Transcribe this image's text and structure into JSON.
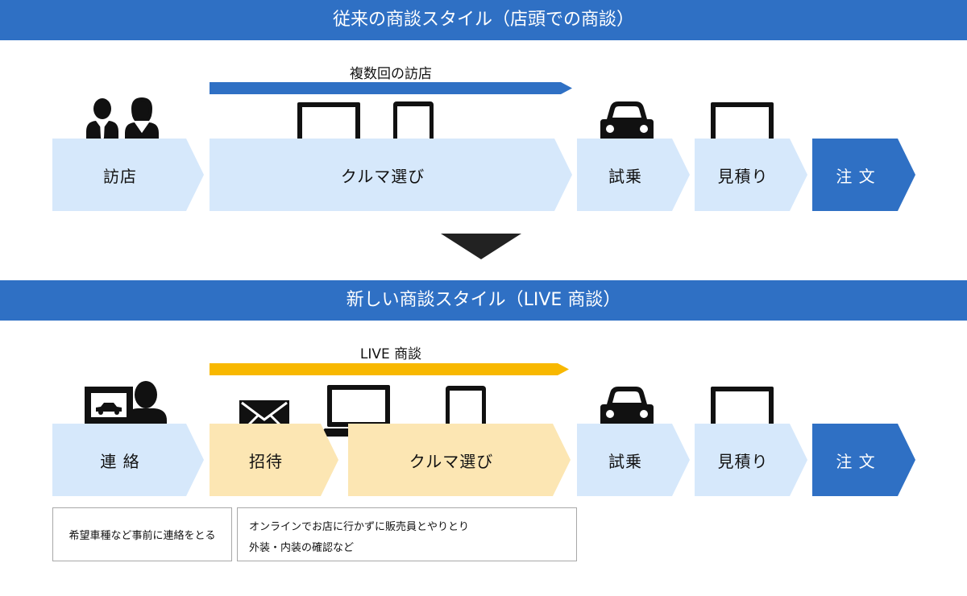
{
  "top": {
    "banner": "従来の商談スタイル（店頭での商談）",
    "range_label": "複数回の訪店",
    "steps": [
      "訪店",
      "クルマ選び",
      "試乗",
      "見積り",
      "注 文"
    ]
  },
  "bottom": {
    "banner": "新しい商談スタイル（LIVE 商談）",
    "range_label": "LIVE 商談",
    "steps": [
      "連 絡",
      "招待",
      "クルマ選び",
      "試乗",
      "見積り",
      "注 文"
    ],
    "notes": [
      {
        "lines": [
          "希望車種など事前に連絡をとる"
        ]
      },
      {
        "lines": [
          "オンラインでお店に行かずに販売員とやりとり",
          "外装・内装の確認など"
        ]
      }
    ]
  },
  "colors": {
    "banner": "#2f70c4",
    "step_light": "#d6e8fb",
    "step_peach": "#fce6b3",
    "step_order": "#2f70c4",
    "range_old": "#2f70c4",
    "range_new": "#f8b800",
    "icon": "#111111"
  },
  "icons": {
    "top": [
      "business-people-icon",
      "laptop-icon",
      "tablet-icon",
      "car-icon",
      "laptop-icon"
    ],
    "bottom": [
      "person-at-monitor-icon",
      "envelope-icon",
      "laptop-icon",
      "tablet-icon",
      "car-icon",
      "laptop-icon"
    ]
  }
}
